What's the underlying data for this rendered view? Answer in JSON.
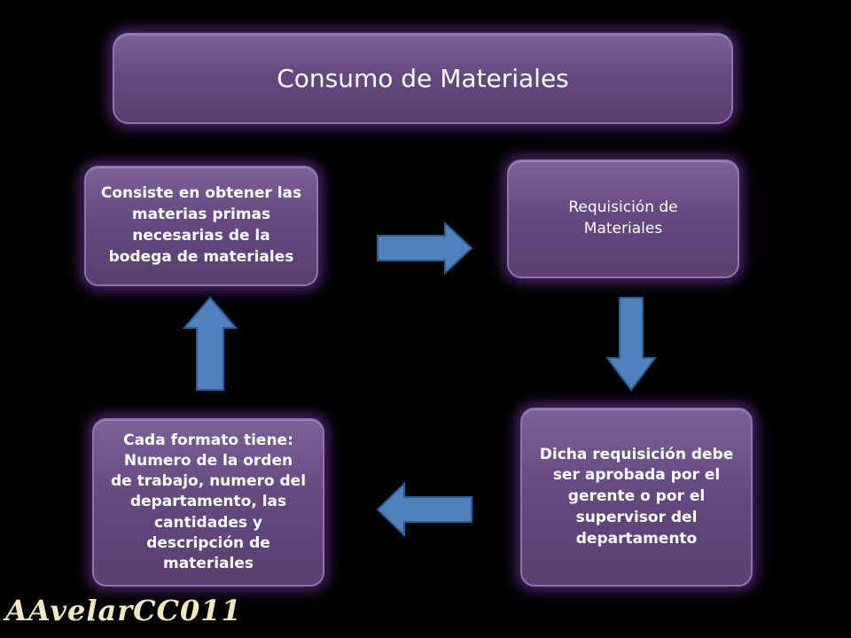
{
  "title": "Consumo de Materiales",
  "boxes": {
    "obtain": "Consiste en obtener las\nmaterias primas\nnecesarias de la\nbodega de materiales",
    "requisition": "Requisición de\nMateriales",
    "approval": "Dicha requisición debe\nser aprobada por el\ngerente o por el\nsupervisor del\ndepartamento",
    "format": "Cada formato tiene:\nNumero de la orden\nde trabajo, numero del\ndepartamento, las\ncantidades y\ndescripción de\nmateriales"
  },
  "signature": "AAvelarCC011",
  "colors": {
    "background": "#000000",
    "box_fill": "#66497f",
    "box_glow": "#9646d2",
    "arrow_fill": "#4f81bd",
    "arrow_stroke": "#2c5d92",
    "signature": "#f1e8c3"
  }
}
